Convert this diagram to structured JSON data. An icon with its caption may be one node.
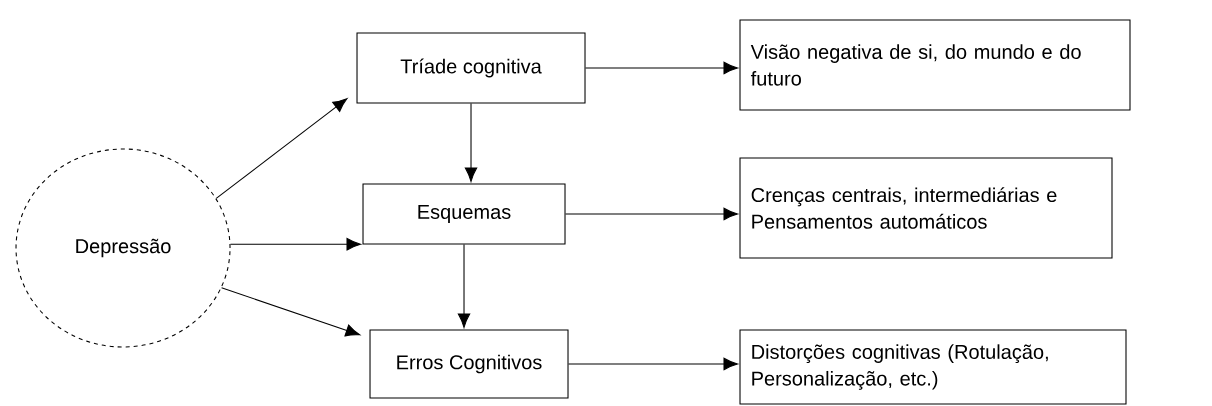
{
  "diagram": {
    "nodes": [
      {
        "text": [
          "Depressão"
        ]
      },
      {
        "text": [
          "Tríade cognitiva"
        ]
      },
      {
        "text": [
          "Esquemas"
        ]
      },
      {
        "text": [
          "Erros Cognitivos"
        ]
      },
      {
        "text": [
          "Visão negativa de si, do mundo e do futuro"
        ]
      },
      {
        "text": [
          "Crenças centrais, intermediárias e Pensamentos automáticos"
        ]
      },
      {
        "text": [
          "Distorções cognitivas (Rotulação, Personalização, etc.)"
        ]
      }
    ],
    "edges": [
      {
        "from": 0,
        "to": 1,
        "arrow": "to"
      },
      {
        "from": 0,
        "to": 2,
        "arrow": "to"
      },
      {
        "from": 0,
        "to": 3,
        "arrow": "to"
      },
      {
        "from": 1,
        "to": 2,
        "arrow": "to"
      },
      {
        "from": 2,
        "to": 3,
        "arrow": "to"
      },
      {
        "from": 1,
        "to": 4,
        "arrow": "to"
      },
      {
        "from": 2,
        "to": 5,
        "arrow": "to"
      },
      {
        "from": 3,
        "to": 6,
        "arrow": "to"
      }
    ]
  }
}
